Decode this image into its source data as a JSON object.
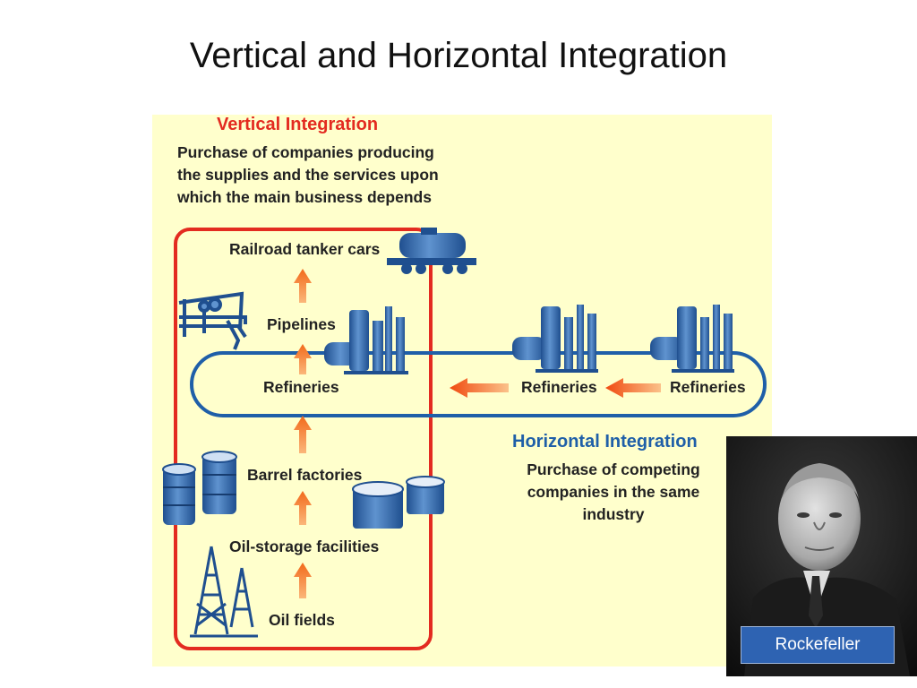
{
  "slide": {
    "title": "Vertical and Horizontal Integration"
  },
  "vertical": {
    "title": "Vertical Integration",
    "description_lines": [
      "Purchase of companies producing",
      "the supplies and the services upon",
      "which the main business depends"
    ],
    "steps": [
      "Railroad tanker cars",
      "Pipelines",
      "Refineries",
      "Barrel factories",
      "Oil-storage facilities",
      "Oil fields"
    ]
  },
  "horizontal": {
    "title": "Horizontal Integration",
    "description_lines": [
      "Purchase of competing",
      "companies in the same",
      "industry"
    ],
    "refineries": [
      "Refineries",
      "Refineries"
    ]
  },
  "photo": {
    "caption": "Rockefeller"
  },
  "colors": {
    "vertical_accent": "#e32b20",
    "horizontal_accent": "#1f5fa8",
    "arrow": "#f47a20",
    "diagram_bg": "#ffffcc",
    "caption_bg": "#2e63b2"
  }
}
